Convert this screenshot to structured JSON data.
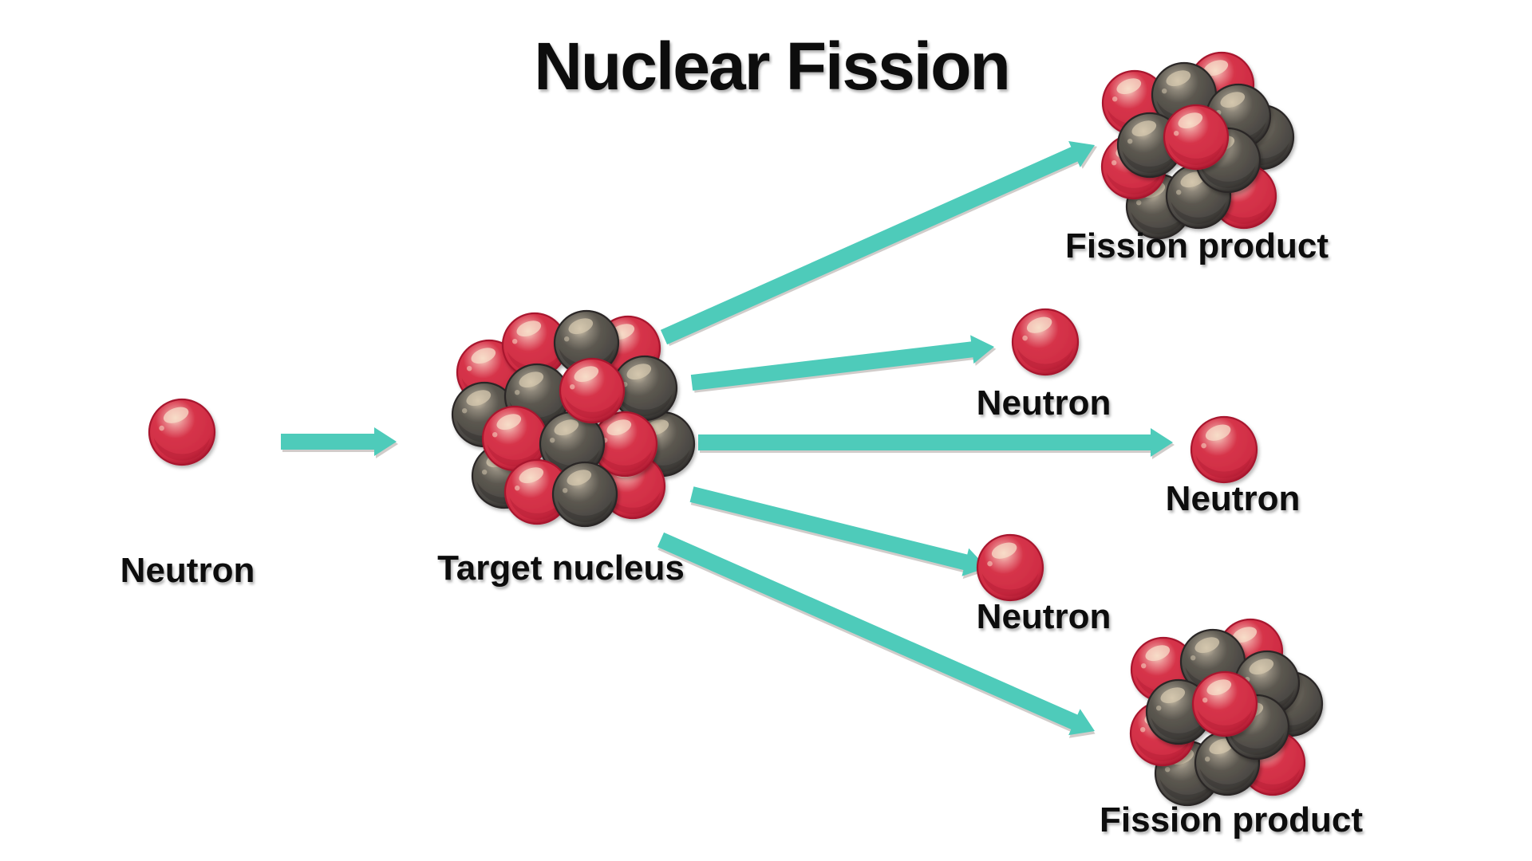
{
  "title": "Nuclear Fission",
  "colors": {
    "background": "#ffffff",
    "arrow": "#4ecbba",
    "arrow_shadow": "#9a8f8a",
    "proton_red": "#d6344a",
    "proton_red_dark": "#a8182f",
    "proton_red_highlight": "#f7dcc8",
    "neutron_gray": "#5c5850",
    "neutron_gray_dark": "#2a2826",
    "neutron_gray_highlight": "#d4c7ae",
    "text": "#0a0a0a"
  },
  "stages": {
    "incoming": {
      "particle": "neutron",
      "label": "Neutron"
    },
    "target": {
      "particle": "nucleus",
      "label": "Target nucleus"
    },
    "products": [
      {
        "particle": "nucleus",
        "label": "Fission product"
      },
      {
        "particle": "neutron",
        "label": "Neutron"
      },
      {
        "particle": "neutron",
        "label": "Neutron"
      },
      {
        "particle": "neutron",
        "label": "Neutron"
      },
      {
        "particle": "nucleus",
        "label": "Fission product"
      }
    ]
  },
  "arrows": [
    {
      "from": "incoming",
      "to": "target"
    },
    {
      "from": "target",
      "to": "products.0"
    },
    {
      "from": "target",
      "to": "products.1"
    },
    {
      "from": "target",
      "to": "products.2"
    },
    {
      "from": "target",
      "to": "products.3"
    },
    {
      "from": "target",
      "to": "products.4"
    }
  ],
  "nucleus_composition": {
    "target": [
      "red",
      "red",
      "red",
      "gray",
      "gray",
      "gray",
      "red",
      "gray",
      "gray",
      "gray",
      "red",
      "red",
      "gray",
      "red",
      "red",
      "gray"
    ],
    "fission_product": [
      "red",
      "red",
      "gray",
      "red",
      "gray",
      "red",
      "gray",
      "gray",
      "gray",
      "gray",
      "gray",
      "red"
    ]
  }
}
